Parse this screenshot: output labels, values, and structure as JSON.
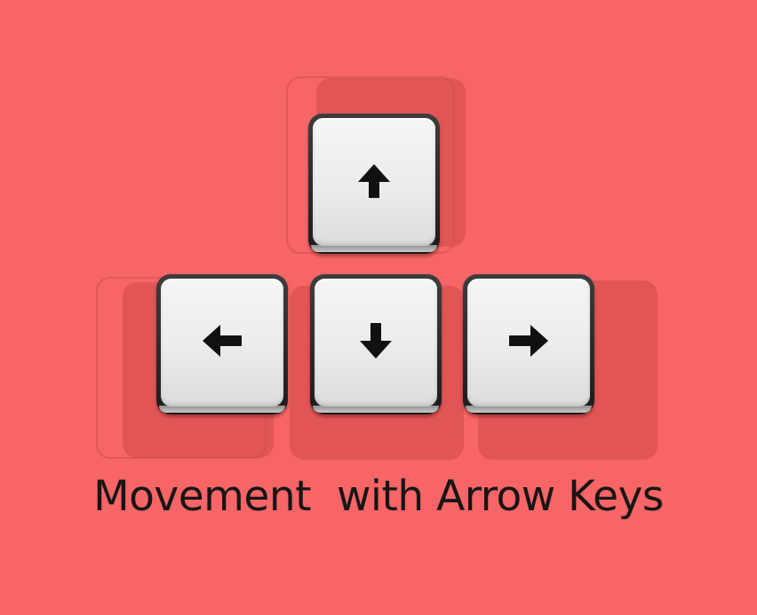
{
  "background_color": "#f86566",
  "keys": [
    {
      "name": "up",
      "icon": "arrow-up-icon"
    },
    {
      "name": "left",
      "icon": "arrow-left-icon"
    },
    {
      "name": "down",
      "icon": "arrow-down-icon"
    },
    {
      "name": "right",
      "icon": "arrow-right-icon"
    }
  ],
  "caption": "Movement  with Arrow Keys"
}
